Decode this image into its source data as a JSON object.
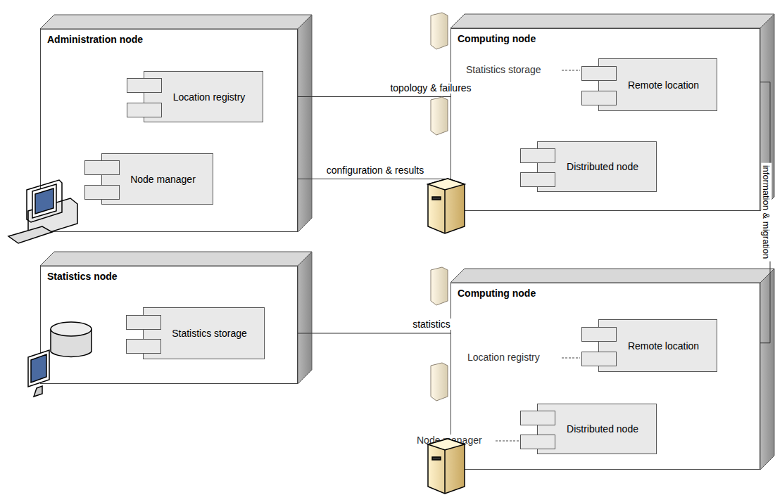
{
  "diagram": {
    "nodes": [
      {
        "text": [
          "Administration node"
        ]
      },
      {
        "text": [
          "Location registry"
        ],
        "in": 0
      },
      {
        "text": [
          "Node manager"
        ],
        "in": 0
      },
      {
        "text": [
          "Computing node"
        ]
      },
      {
        "text": [
          "Remote location"
        ],
        "in": 3
      },
      {
        "text": [
          "Distributed node"
        ],
        "in": 3
      },
      {
        "text": [
          "Statistics node"
        ]
      },
      {
        "text": [
          "Statistics storage"
        ],
        "in": 6
      },
      {
        "text": [
          "Computing node"
        ]
      },
      {
        "text": [
          "Remote location"
        ],
        "in": 8
      },
      {
        "text": [
          "Distributed node"
        ],
        "in": 8
      }
    ],
    "edges": [
      {
        "from": 1,
        "to": 4,
        "label": "topology & failures",
        "arrow": "none"
      },
      {
        "from": 2,
        "to": 5,
        "label": "configuration & results",
        "arrow": "none"
      },
      {
        "from": 7,
        "to": 9,
        "label": "statistics",
        "arrow": "none"
      },
      {
        "from": 4,
        "to": 9,
        "label": "information & migration",
        "arrow": "none"
      },
      {
        "from": 4,
        "to": 5,
        "arrow": "to"
      },
      {
        "from": 9,
        "to": 10,
        "arrow": "to"
      }
    ],
    "labels": [
      "Statistics storage",
      "Location registry",
      "Node manager"
    ]
  }
}
